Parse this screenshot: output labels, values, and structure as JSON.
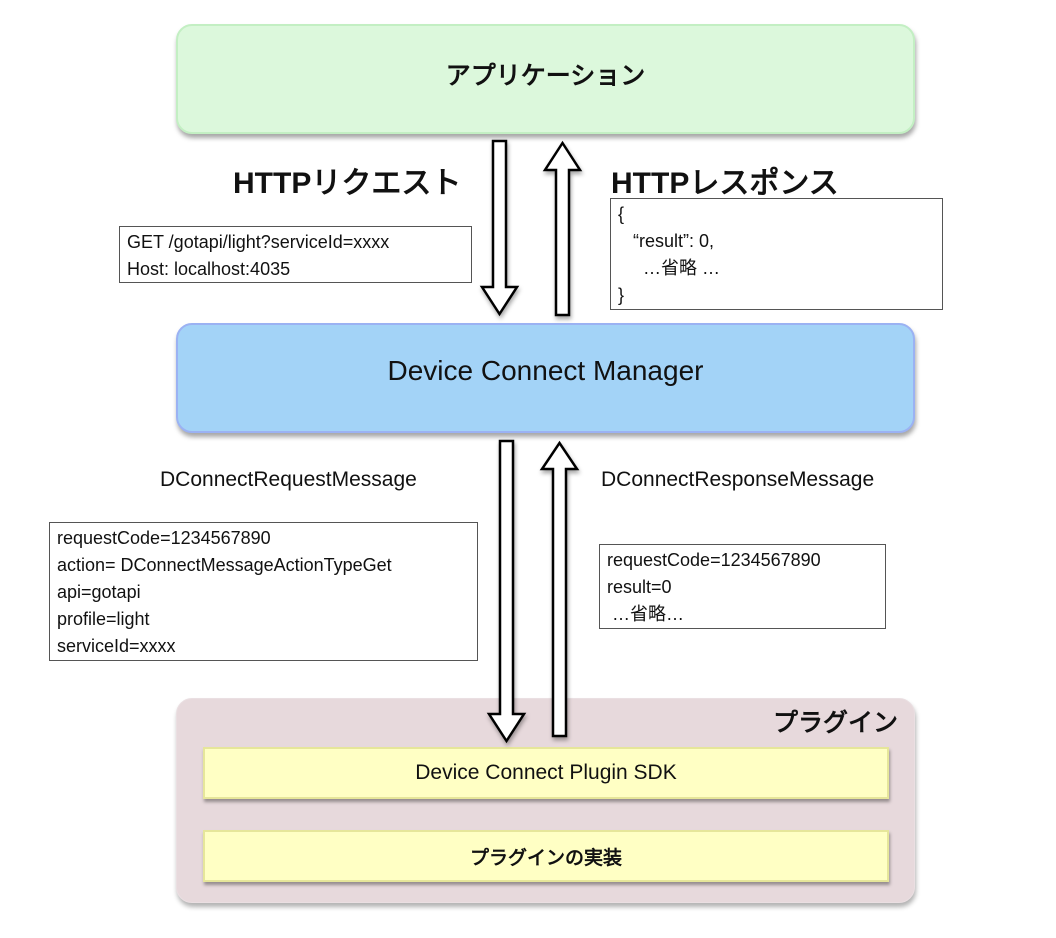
{
  "diagram": {
    "application": {
      "title": "アプリケーション",
      "color": "#dcf8dc"
    },
    "http_request": {
      "label": "HTTPリクエスト",
      "lines": [
        "GET /gotapi/light?serviceId=xxxx",
        "Host: localhost:4035"
      ]
    },
    "http_response": {
      "label": "HTTPレスポンス",
      "lines": [
        "{",
        "   “result”: 0,",
        "     …省略 …",
        "}"
      ]
    },
    "manager": {
      "title": "Device Connect Manager",
      "color": "#a3d3f7"
    },
    "request_message": {
      "label": "DConnectRequestMessage",
      "lines": [
        "requestCode=1234567890",
        "action= DConnectMessageActionTypeGet",
        "api=gotapi",
        "profile=light",
        "serviceId=xxxx"
      ]
    },
    "response_message": {
      "label": "DConnectResponseMessage",
      "lines": [
        "requestCode=1234567890",
        "result=0",
        " …省略…"
      ]
    },
    "plugin": {
      "title": "プラグイン",
      "color": "#e7d9dc",
      "layers": [
        {
          "label": "Device Connect Plugin SDK"
        },
        {
          "label": "プラグインの実装"
        }
      ]
    },
    "arrows": [
      {
        "name": "http-request-arrow",
        "direction": "down",
        "from": "application",
        "to": "manager"
      },
      {
        "name": "http-response-arrow",
        "direction": "up",
        "from": "manager",
        "to": "application"
      },
      {
        "name": "request-message-arrow",
        "direction": "down",
        "from": "manager",
        "to": "plugin"
      },
      {
        "name": "response-message-arrow",
        "direction": "up",
        "from": "plugin",
        "to": "manager"
      }
    ]
  }
}
